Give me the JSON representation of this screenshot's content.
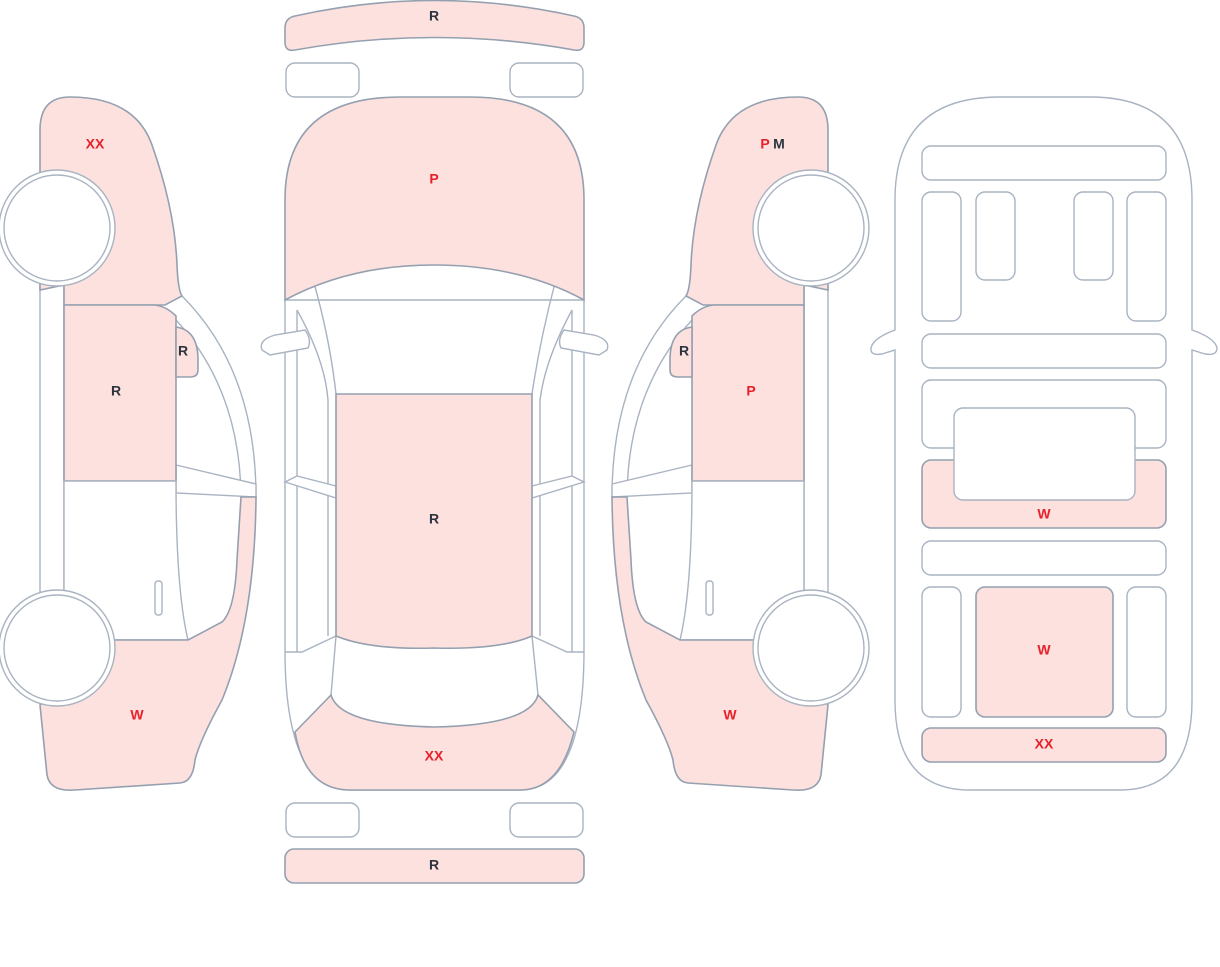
{
  "diagram": {
    "fill_color": "#fde1de",
    "stroke_color": "#94a0b0",
    "colors": {
      "red": "#e8202a",
      "dark": "#2d3440"
    },
    "left_side": {
      "front_fender": {
        "label": "XX",
        "tone": "red"
      },
      "mirror": {
        "label": "R",
        "tone": "dark"
      },
      "front_door": {
        "label": "R",
        "tone": "dark"
      },
      "rear_quarter": {
        "label": "W",
        "tone": "red"
      }
    },
    "top_view": {
      "front_bumper": {
        "label": "R",
        "tone": "dark"
      },
      "hood": {
        "label": "P",
        "tone": "red"
      },
      "roof": {
        "label": "R",
        "tone": "dark"
      },
      "trunk": {
        "label": "XX",
        "tone": "red"
      },
      "rear_bumper": {
        "label": "R",
        "tone": "dark"
      }
    },
    "right_side": {
      "front_fender": {
        "label_1": "P",
        "tone_1": "red",
        "label_2": "M",
        "tone_2": "dark"
      },
      "mirror": {
        "label": "R",
        "tone": "dark"
      },
      "front_door": {
        "label": "P",
        "tone": "red"
      },
      "rear_quarter": {
        "label": "W",
        "tone": "red"
      }
    },
    "underbody": {
      "middle_panel": {
        "label": "W",
        "tone": "red"
      },
      "rear_center_panel": {
        "label": "W",
        "tone": "red"
      },
      "rear_panel": {
        "label": "XX",
        "tone": "red"
      }
    }
  }
}
